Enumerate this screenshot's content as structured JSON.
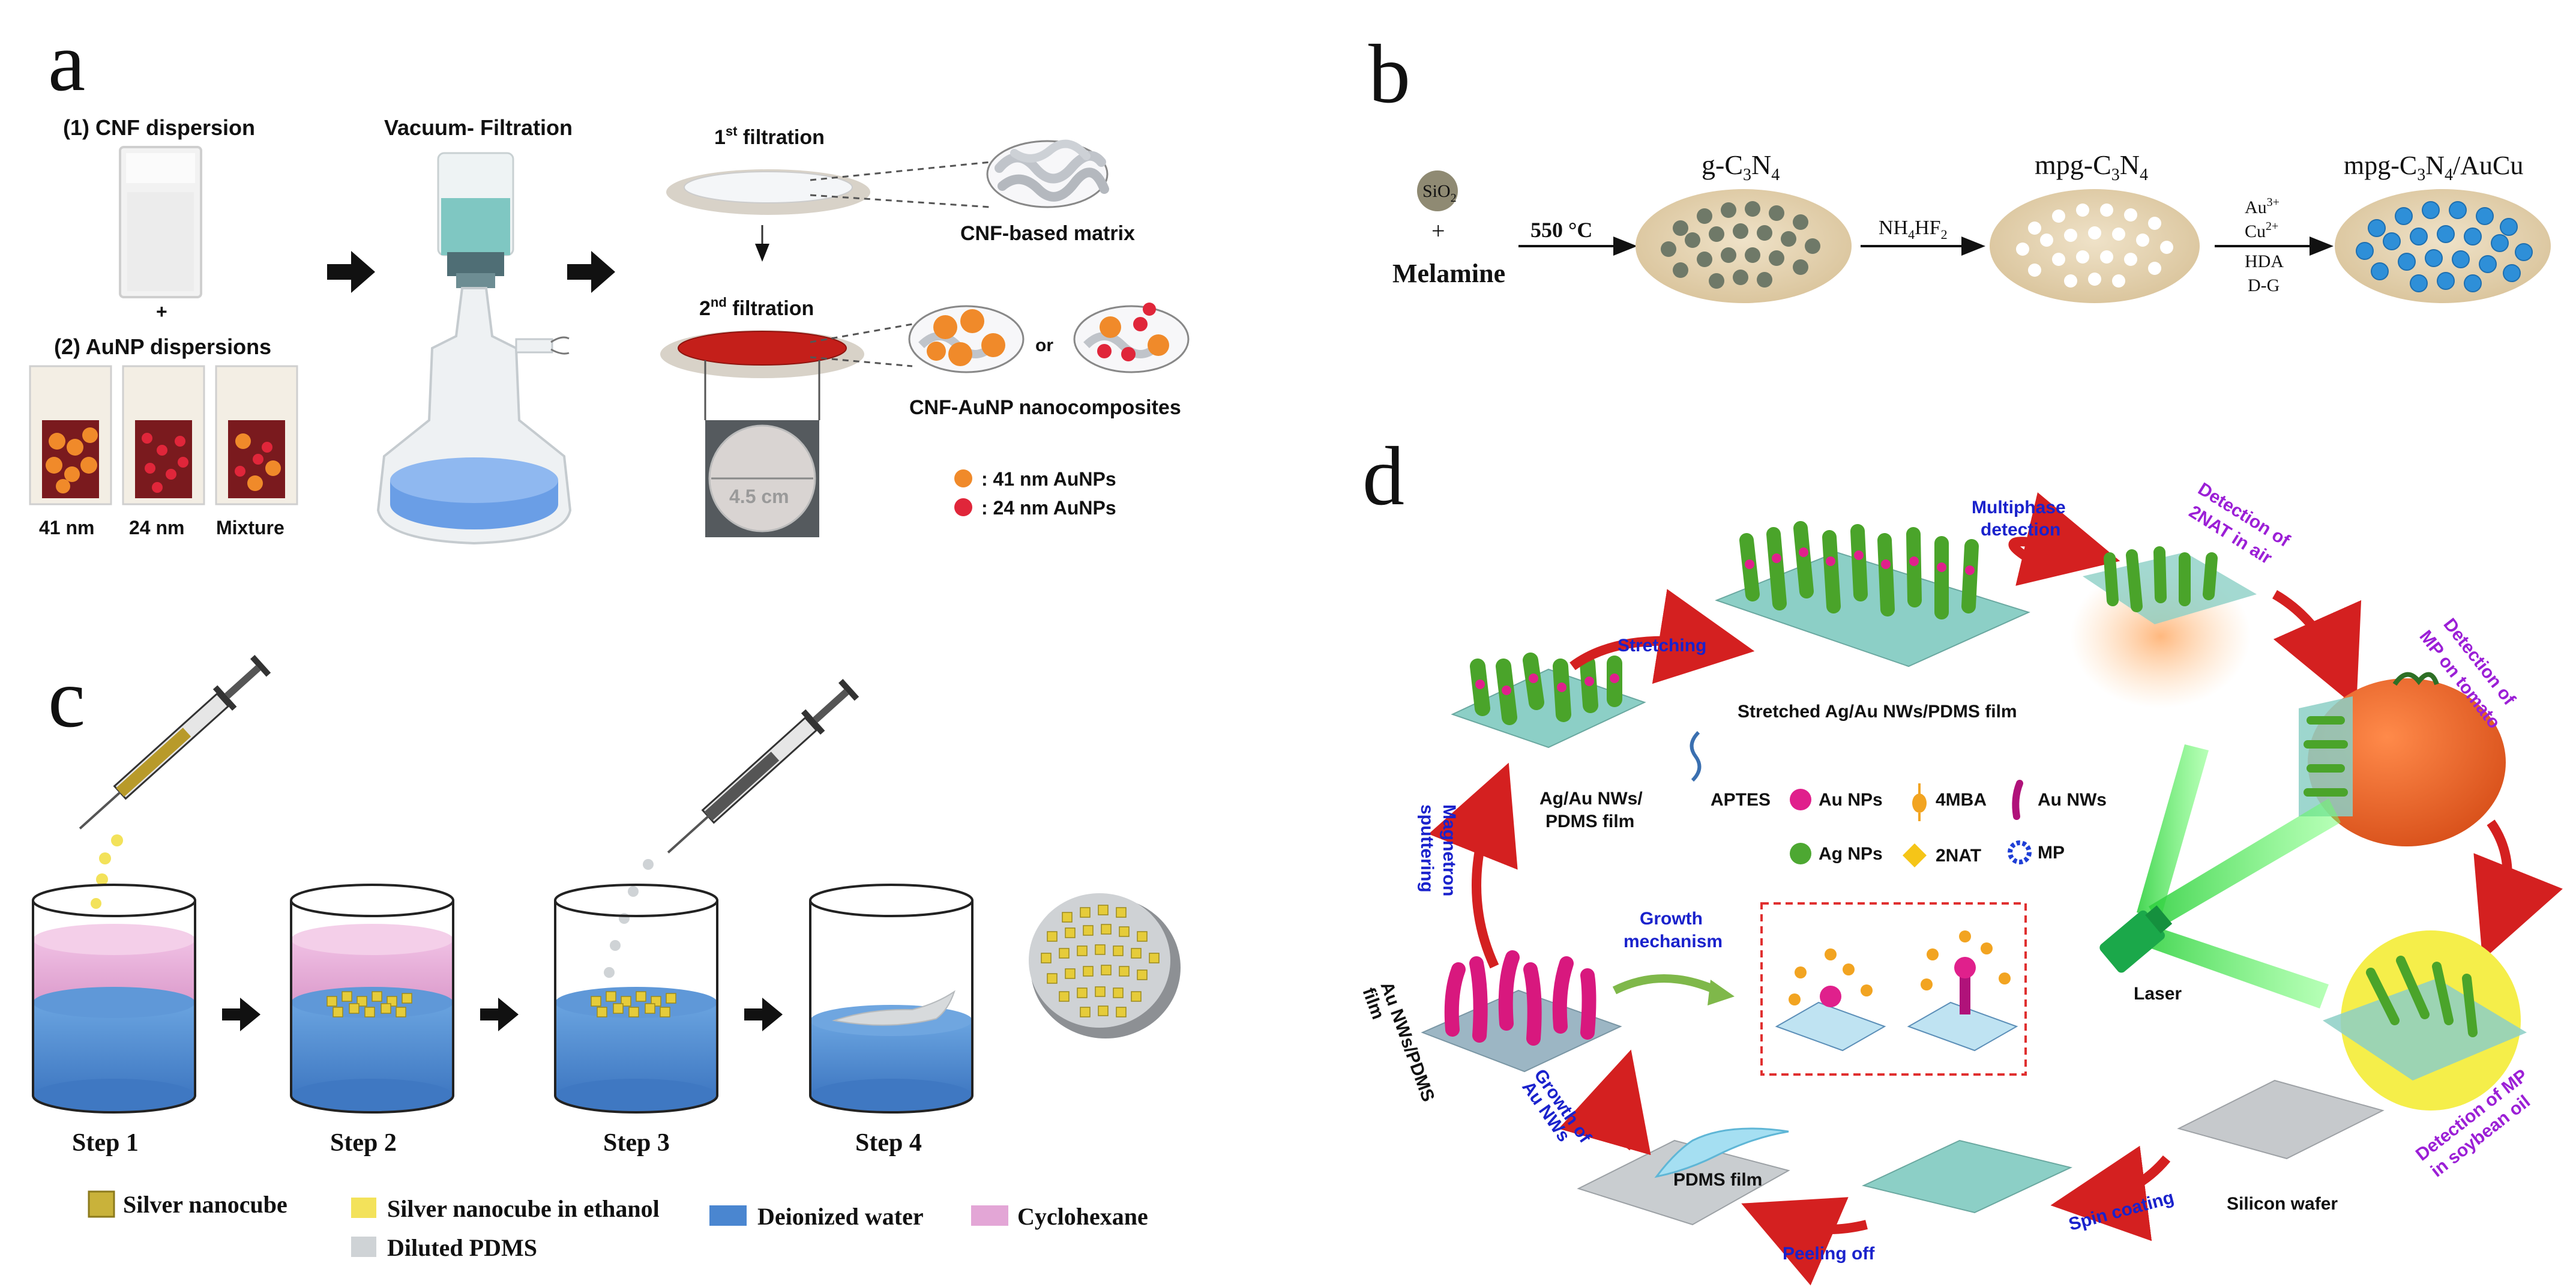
{
  "panels": {
    "a": "a",
    "b": "b",
    "c": "c",
    "d": "d"
  },
  "panel_a": {
    "cnf_label": "(1) CNF dispersion",
    "plus": "+",
    "aunp_label": "(2) AuNP dispersions",
    "vial_labels": [
      "41 nm",
      "24 nm",
      "Mixture"
    ],
    "vacuum_label": "Vacuum- Filtration",
    "first_filtration": "1",
    "first_filtration_sup": "st",
    "first_filtration_rest": " filtration",
    "second_filtration": "2",
    "second_filtration_sup": "nd",
    "second_filtration_rest": " filtration",
    "cnf_matrix": "CNF-based matrix",
    "or": "or",
    "composites": "CNF-AuNP nanocomposites",
    "size_label": "4.5 cm",
    "legend": [
      {
        "label": ": 41 nm AuNPs",
        "color": "#f08a2a"
      },
      {
        "label": ": 24 nm AuNPs",
        "color": "#e0263a"
      }
    ]
  },
  "panel_b": {
    "sio2": "SiO",
    "sio2_sub": "2",
    "plus": "+",
    "melamine": "Melamine",
    "temp": "550 °C",
    "g_c3n4": [
      "g-C",
      "3",
      "N",
      "4"
    ],
    "nh4hf2": [
      "NH",
      "4",
      "HF",
      "2"
    ],
    "mpg": [
      "mpg-C",
      "3",
      "N",
      "4"
    ],
    "mpg_aucu": [
      "mpg-C",
      "3",
      "N",
      "4",
      "/AuCu"
    ],
    "reagents": [
      [
        "Au",
        "3+"
      ],
      [
        "Cu",
        "2+"
      ],
      [
        "HDA",
        ""
      ],
      [
        "D-G",
        ""
      ]
    ]
  },
  "panel_c": {
    "steps": [
      "Step 1",
      "Step 2",
      "Step 3",
      "Step 4"
    ],
    "legend": [
      {
        "label": "Silver nanocube",
        "color": "#c9b23a"
      },
      {
        "label": "Silver nanocube in ethanol",
        "color": "#f3e25a"
      },
      {
        "label": "Deionized water",
        "color": "#4a86d0"
      },
      {
        "label": "Cyclohexane",
        "color": "#e3a6d6"
      },
      {
        "label": "Diluted PDMS",
        "color": "#cfd3d6"
      }
    ]
  },
  "panel_d": {
    "multiphase": [
      "Multiphase",
      "detection"
    ],
    "stretched": "Stretched Ag/Au NWs/PDMS film",
    "stretching": "Stretching",
    "agau_film": [
      "Ag/Au NWs/",
      "PDMS film"
    ],
    "magnetron": [
      "Magnetron",
      "sputtering"
    ],
    "detect_air": [
      "Detection of",
      "2NAT in air"
    ],
    "detect_tomato": [
      "Detection of",
      "MP on tomato"
    ],
    "detect_oil": [
      "Detection of MP",
      "in soybean oil"
    ],
    "laser": "Laser",
    "growth_mech": [
      "Growth",
      "mechanism"
    ],
    "aunw_film": [
      "Au NWs/PDMS",
      "film"
    ],
    "growth_of": [
      "Growth of",
      "Au NWs"
    ],
    "pdms_film": "PDMS film",
    "peeling": "Peeling off",
    "spin": "Spin coating",
    "silicon": "Silicon wafer",
    "legend": [
      {
        "label": "APTES",
        "color": "#3a6fb0"
      },
      {
        "label": "Au NPs",
        "color": "#e0208c"
      },
      {
        "label": "4MBA",
        "color": "#f2a421"
      },
      {
        "label": "Au NWs",
        "color": "#b0127a"
      },
      {
        "label": "Ag NPs",
        "color": "#4da832"
      },
      {
        "label": "2NAT",
        "color": "#f5c518"
      },
      {
        "label": "MP",
        "color": "#1f3fd6"
      }
    ]
  }
}
